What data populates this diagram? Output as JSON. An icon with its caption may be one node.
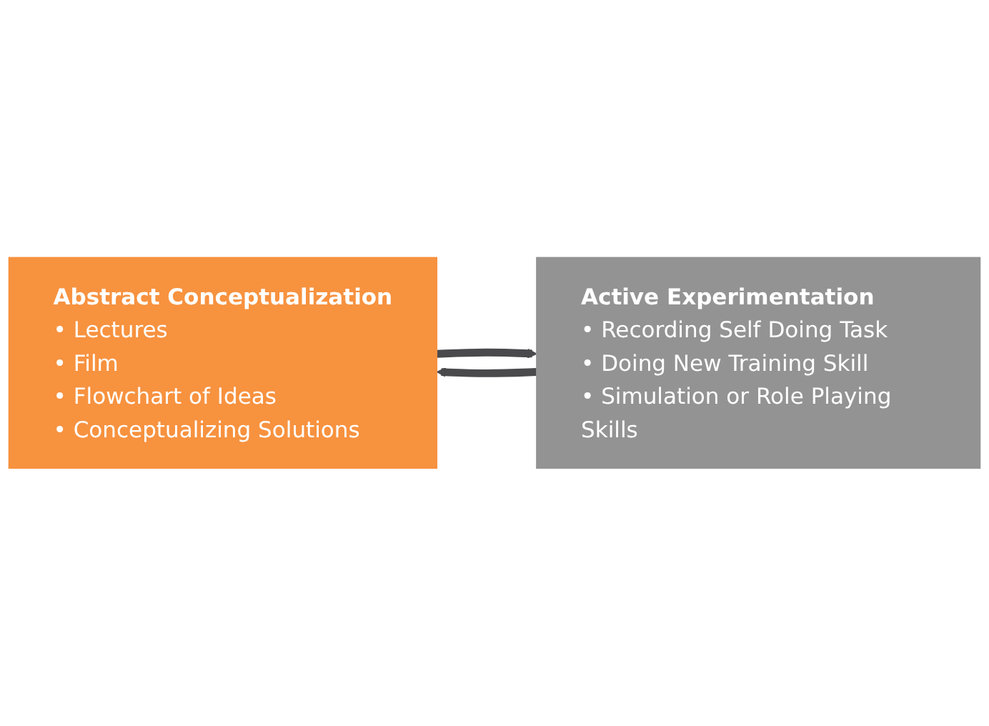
{
  "diagram": {
    "nodes": [
      {
        "text": [
          "Abstract Conceptualization",
          "• Lectures",
          "• Film",
          "• Flowchart of Ideas",
          "• Conceptualizing Solutions"
        ]
      },
      {
        "text": [
          "Active Experimentation",
          "• Recording Self Doing Task",
          "• Doing New Training Skill",
          "• Simulation or Role Playing Skills"
        ]
      }
    ],
    "edges": [
      {
        "from": 0,
        "to": 1,
        "arrow": "to"
      },
      {
        "from": 1,
        "to": 0,
        "arrow": "to"
      }
    ]
  }
}
